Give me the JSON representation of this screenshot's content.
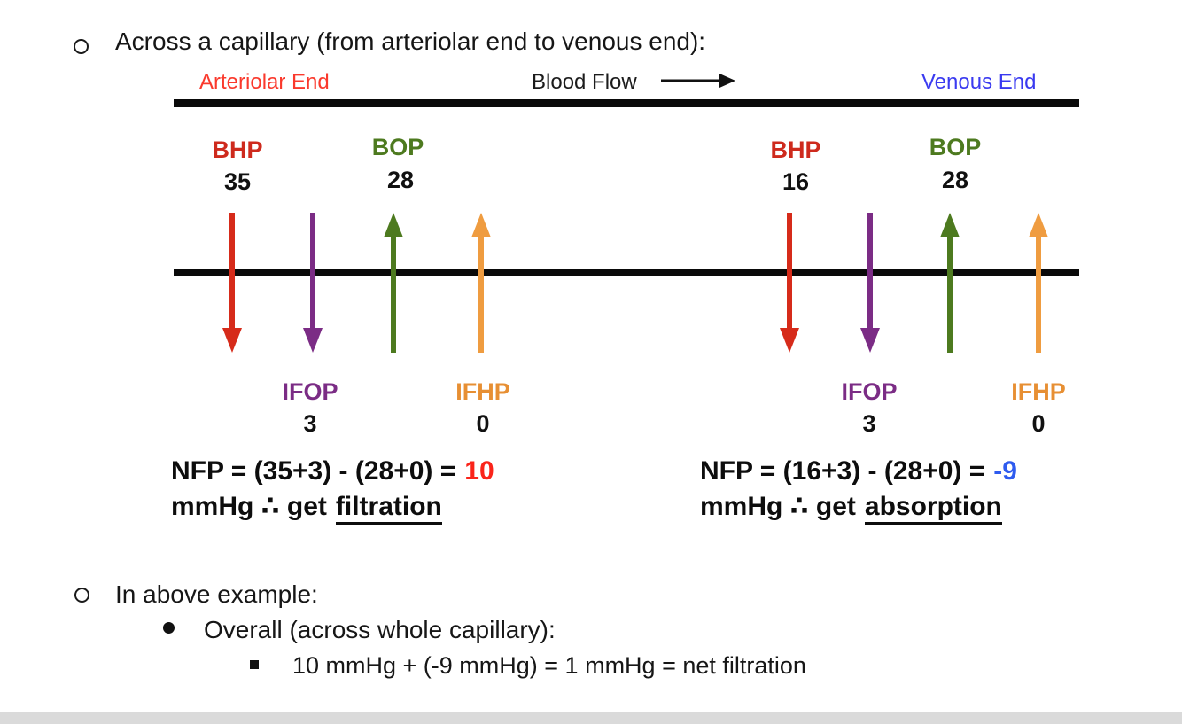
{
  "colors": {
    "arteriolar_end_red": "#fa392c",
    "venous_end_blue": "#3a3af0",
    "bhp_red": "#ce2a1d",
    "bop_green": "#4d7a1f",
    "ifop_purple": "#7b2c85",
    "ifhp_orange": "#e78f33",
    "nfp_filtration_red": "#fa241a",
    "nfp_absorption_blue": "#2e5bef",
    "capillary_line_black": "#0a0a0a"
  },
  "bullets": {
    "level1_item1": "Across a capillary (from arteriolar end to venous end):",
    "level1_item2": "In above example:",
    "level2_item1": "Overall (across whole capillary):",
    "level3_item1": "10 mmHg + (-9 mmHg) = 1 mmHg = net filtration"
  },
  "diagram": {
    "header": {
      "arteriolar_end": "Arteriolar End",
      "blood_flow": "Blood Flow",
      "venous_end": "Venous End"
    },
    "arteriolar": {
      "bhp_label": "BHP",
      "bhp_value": "35",
      "bop_label": "BOP",
      "bop_value": "28",
      "ifop_label": "IFOP",
      "ifop_value": "3",
      "ifhp_label": "IFHP",
      "ifhp_value": "0",
      "nfp_equation": "NFP = (35+3) - (28+0) =",
      "nfp_result": "10",
      "conclusion_prefix": "mmHg ∴ get",
      "conclusion_term": "filtration"
    },
    "venous": {
      "bhp_label": "BHP",
      "bhp_value": "16",
      "bop_label": "BOP",
      "bop_value": "28",
      "ifop_label": "IFOP",
      "ifop_value": "3",
      "ifhp_label": "IFHP",
      "ifhp_value": "0",
      "nfp_equation": "NFP = (16+3) - (28+0) =",
      "nfp_result": "-9",
      "conclusion_prefix": "mmHg ∴ get",
      "conclusion_term": "absorption"
    }
  }
}
